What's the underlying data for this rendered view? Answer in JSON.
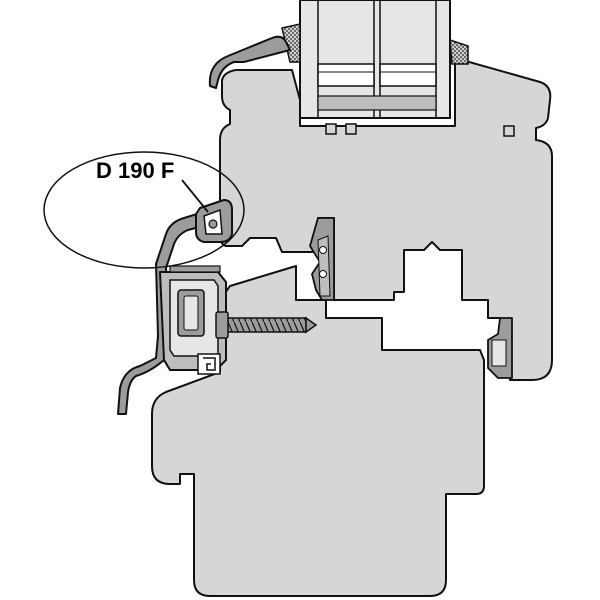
{
  "callout": {
    "label": "D 190 F"
  },
  "colors": {
    "frame_fill": "#d6d6d6",
    "profile_fill": "#9c9c9c",
    "glass_fill": "#e6e6e6",
    "gasket_fill": "#7a7a7a",
    "outline": "#111111",
    "background": "#ffffff"
  },
  "parts": {
    "window_sash": "window-sash",
    "window_frame": "window-frame",
    "glazing_unit": "glazing-unit",
    "drip_profile": "drip-profile",
    "screw": "screw",
    "seals": "seal"
  }
}
